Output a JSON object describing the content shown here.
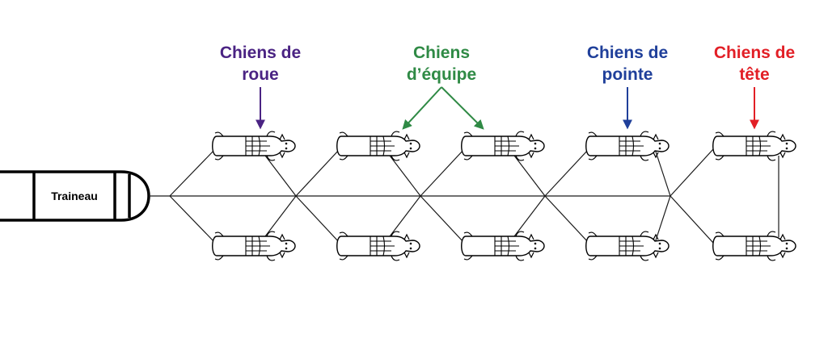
{
  "sled": {
    "label": "Traineau"
  },
  "groups": [
    {
      "id": "roue",
      "line1": "Chiens de",
      "line2": "roue",
      "color": "#4a2383"
    },
    {
      "id": "equipe",
      "line1": "Chiens",
      "line2": "d’équipe",
      "color": "#2f8a45"
    },
    {
      "id": "pointe",
      "line1": "Chiens de",
      "line2": "pointe",
      "color": "#1f3f9a"
    },
    {
      "id": "tete",
      "line1": "Chiens de",
      "line2": "tête",
      "color": "#e21f26"
    }
  ],
  "dogs": {
    "pairs": 5,
    "icon": "dog-top-view-icon",
    "color": "#000000"
  },
  "line_color": "#1a1a1a"
}
